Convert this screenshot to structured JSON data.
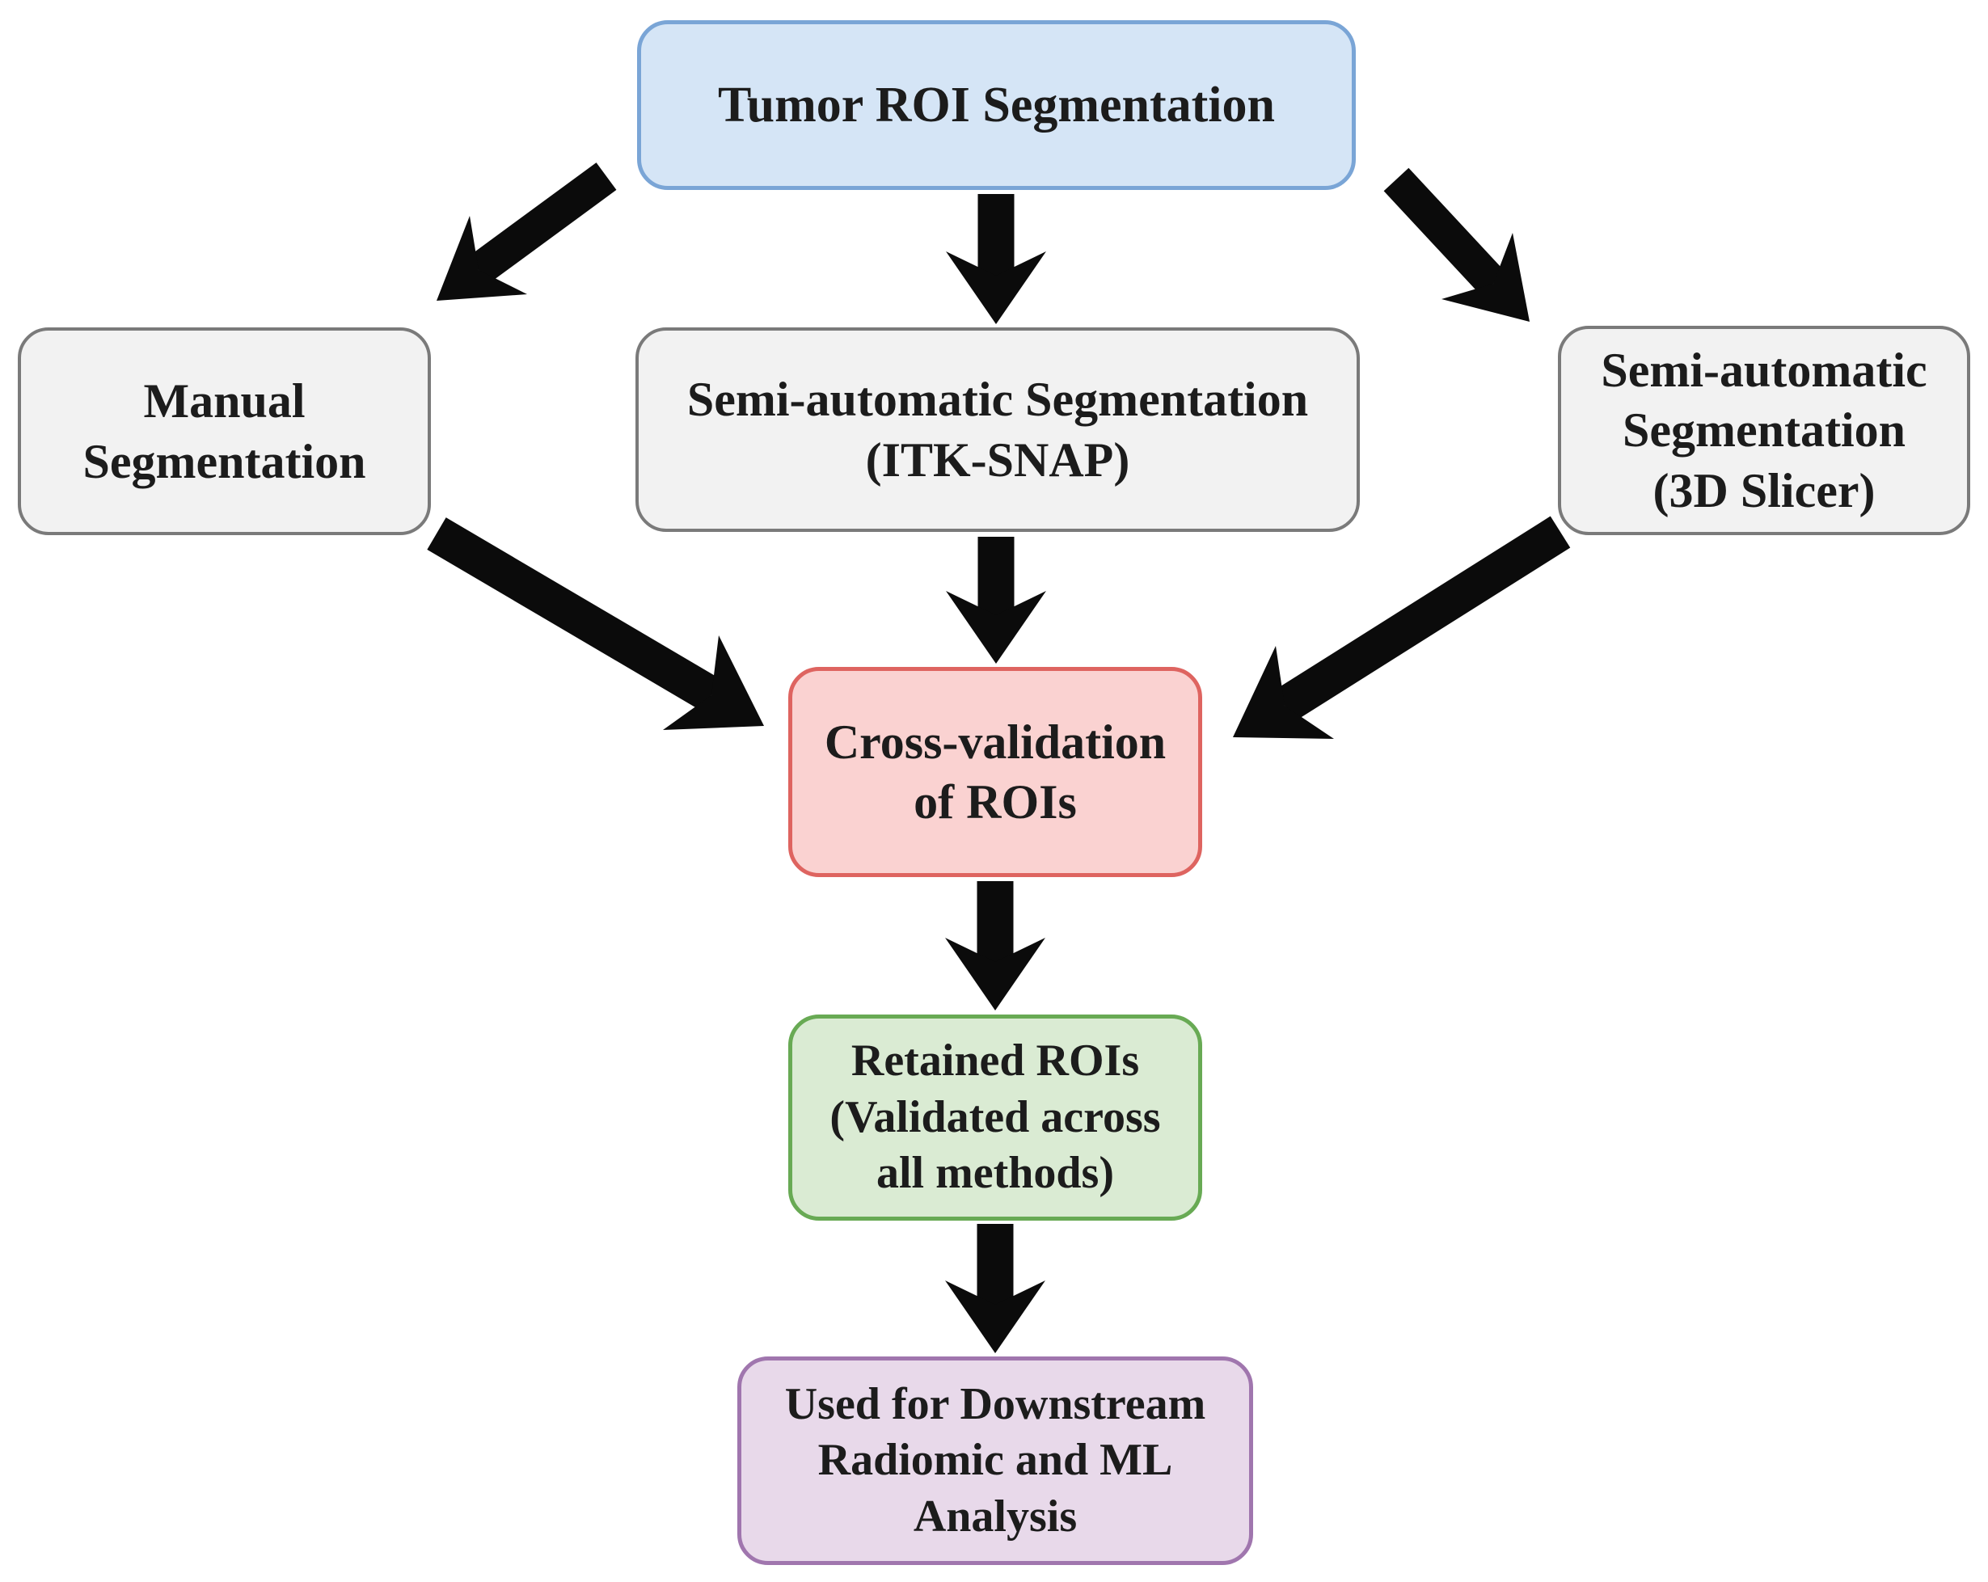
{
  "figure": {
    "type": "flowchart",
    "background": "#ffffff"
  },
  "colors": {
    "arrow": "#0b0b0b",
    "text": "#1c1c1c",
    "blue-fill": "#d5e5f6",
    "blue-border": "#7aa5d6",
    "gray-fill": "#f2f2f2",
    "gray-border": "#7a7a7a",
    "red-fill": "#fad2d1",
    "red-border": "#de6460",
    "green-fill": "#daebd3",
    "green-border": "#68aa54",
    "purple-fill": "#e8d9ea",
    "purple-border": "#a076ae"
  },
  "nodes": {
    "tumor_roi": {
      "lines": [
        "Tumor ROI Segmentation"
      ]
    },
    "manual": {
      "lines": [
        "Manual",
        "Segmentation"
      ]
    },
    "itk": {
      "lines": [
        "Semi-automatic Segmentation",
        "(ITK-SNAP)"
      ]
    },
    "slicer": {
      "lines": [
        "Semi-automatic",
        "Segmentation",
        "(3D Slicer)"
      ]
    },
    "crossval": {
      "lines": [
        "Cross-validation",
        "of ROIs"
      ]
    },
    "retained": {
      "lines": [
        "Retained ROIs",
        "(Validated across",
        "all methods)"
      ]
    },
    "downstream": {
      "lines": [
        "Used for Downstream",
        "Radiomic and ML",
        "Analysis"
      ]
    }
  },
  "edges": [
    {
      "from": "tumor_roi",
      "to": "manual"
    },
    {
      "from": "tumor_roi",
      "to": "itk"
    },
    {
      "from": "tumor_roi",
      "to": "slicer"
    },
    {
      "from": "manual",
      "to": "crossval"
    },
    {
      "from": "itk",
      "to": "crossval"
    },
    {
      "from": "slicer",
      "to": "crossval"
    },
    {
      "from": "crossval",
      "to": "retained"
    },
    {
      "from": "retained",
      "to": "downstream"
    }
  ]
}
